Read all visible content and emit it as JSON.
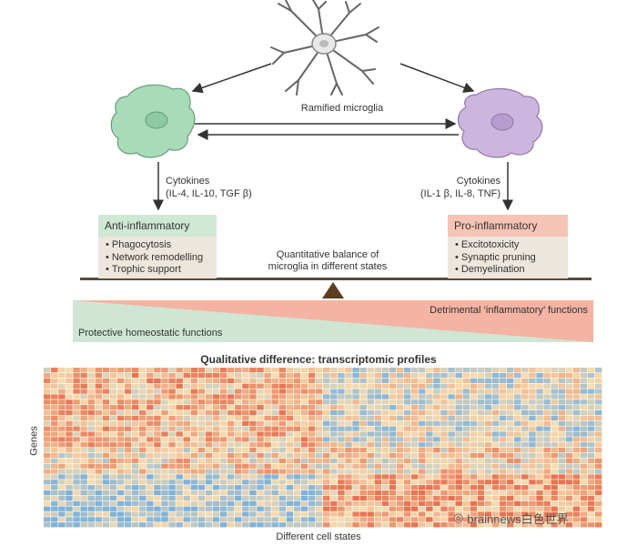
{
  "diagram": {
    "center_label": "Ramified microglia",
    "left": {
      "cytokines_title": "Cytokines",
      "cytokines_list": "(IL-4, IL-10, TGF β)",
      "box_title": "Anti-inflammatory",
      "functions": [
        "Phagocytosis",
        "Network remodelling",
        "Trophic support"
      ],
      "fill_head": "#cfe7d5",
      "fill_body": "#ece6dc",
      "cell_color": "#a8dcb8"
    },
    "right": {
      "cytokines_title": "Cytokines",
      "cytokines_list": "(IL-1 β, IL-8, TNF)",
      "box_title": "Pro-inflammatory",
      "functions": [
        "Excitotoxicity",
        "Synaptic pruning",
        "Demyelination"
      ],
      "fill_head": "#f6c3b5",
      "fill_body": "#ece6dc",
      "cell_color": "#cdb6dd"
    },
    "balance_label": "Quantitative balance of\nmicroglia in different states",
    "detrimental_label": "Detrimental ‘inflammatory’ functions",
    "protective_label": "Protective homeostatic functions",
    "protective_color": "#cfe6d4",
    "detrimental_color": "#f4b3a3"
  },
  "heatmap": {
    "title": "Qualitative difference: transcriptomic profiles",
    "y_label": "Genes",
    "x_label": "Different cell states",
    "colors": {
      "high": "#e8734f",
      "mid": "#f6dcb0",
      "low": "#7fb2d8"
    }
  },
  "watermark": "brainnews白色世界"
}
